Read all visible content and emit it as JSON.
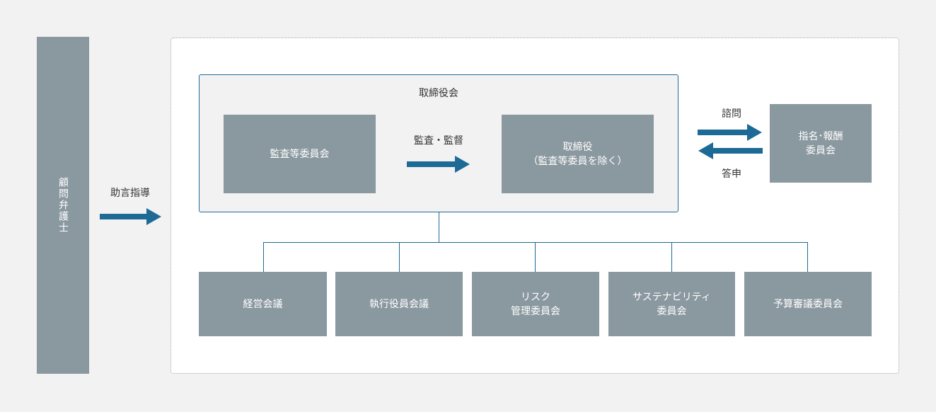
{
  "colors": {
    "page_background": "#f2f2f2",
    "box_fill": "#8a989f",
    "box_text": "#ffffff",
    "accent": "#1e6a96",
    "frame_border": "#9aa5ab"
  },
  "legal_advisor": {
    "label": "顧問弁護士"
  },
  "advice_label": "助言指導",
  "board": {
    "title": "取締役会",
    "audit_committee": "監査等委員会",
    "audit_label": "監査・監督",
    "directors_line1": "取締役",
    "directors_line2": "（監査等委員を除く）"
  },
  "consult_label": "諮問",
  "report_label": "答申",
  "nomination_committee": {
    "line1": "指名･報酬",
    "line2": "委員会"
  },
  "committees": [
    {
      "line1": "経営会議",
      "line2": ""
    },
    {
      "line1": "執行役員会議",
      "line2": ""
    },
    {
      "line1": "リスク",
      "line2": "管理委員会"
    },
    {
      "line1": "サステナビリティ",
      "line2": "委員会"
    },
    {
      "line1": "予算審議委員会",
      "line2": ""
    }
  ]
}
